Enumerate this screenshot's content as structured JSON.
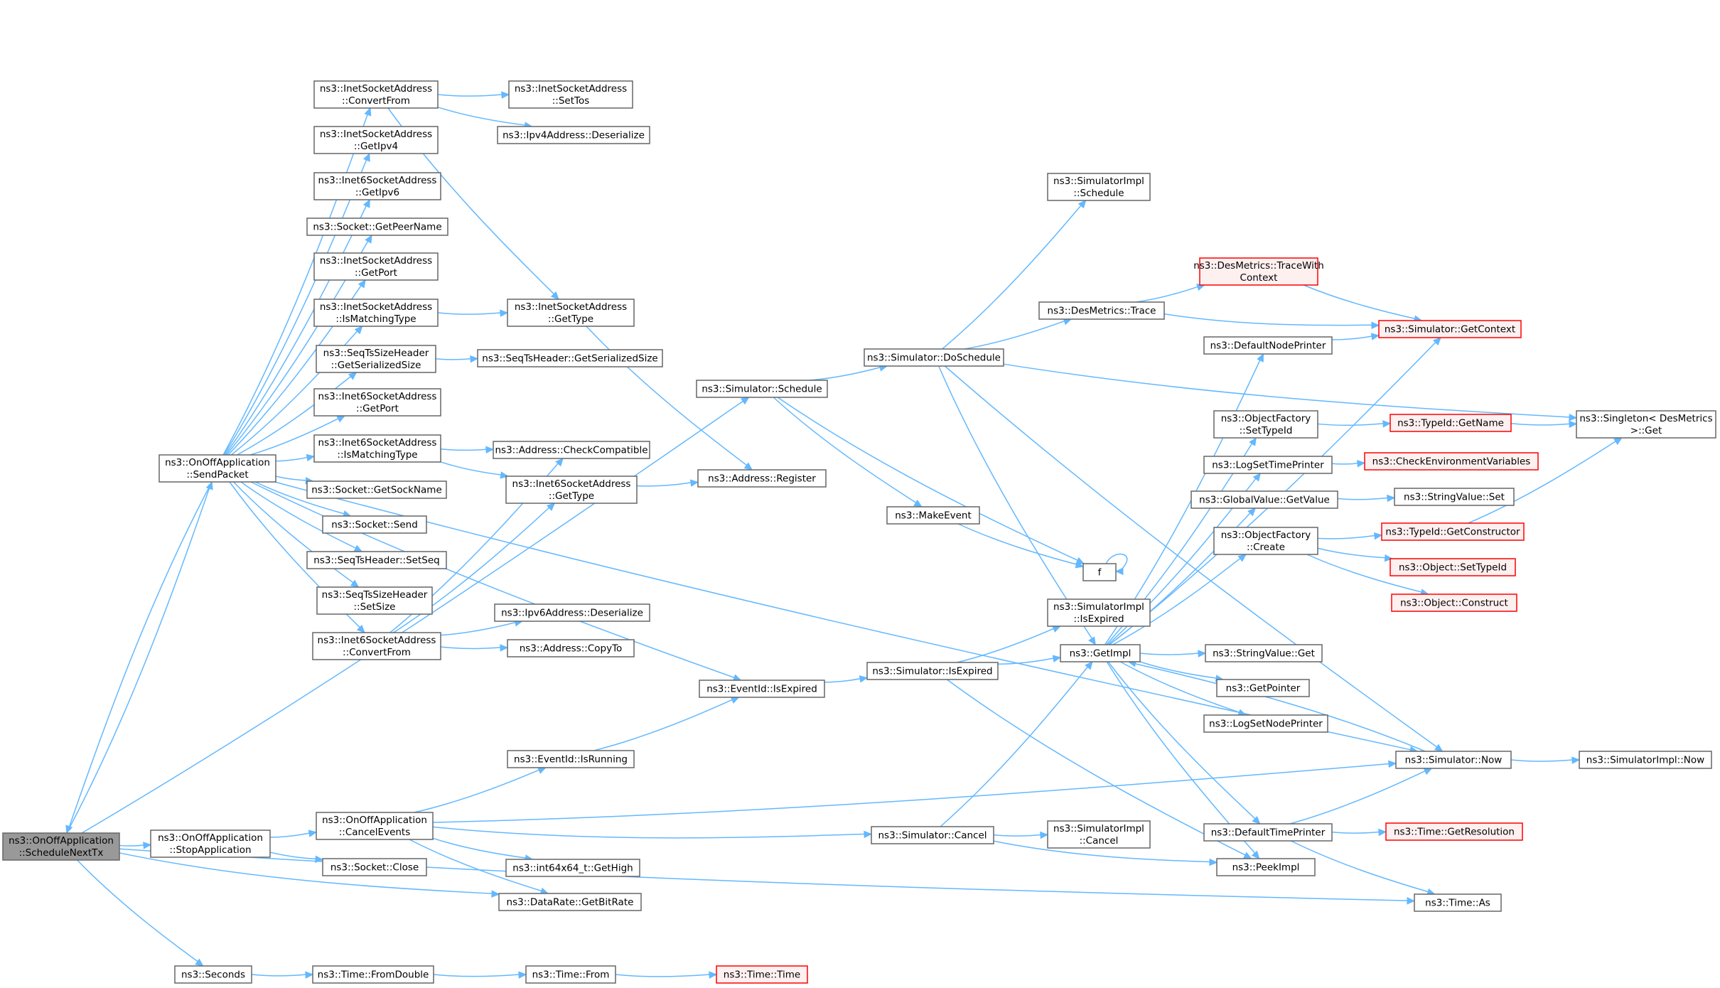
{
  "colors": {
    "edge": "#63b8ff",
    "node_border": "#666666",
    "root_fill": "#999999",
    "incomplete_border": "#ff0000",
    "incomplete_fill": "#fff0f0"
  },
  "nodes": [
    {
      "id": "schedulenexttx",
      "lines": [
        "ns3::OnOffApplication",
        "::ScheduleNextTx"
      ],
      "root": true
    },
    {
      "id": "sendpacket",
      "lines": [
        "ns3::OnOffApplication",
        "::SendPacket"
      ]
    },
    {
      "id": "stopapplication",
      "lines": [
        "ns3::OnOffApplication",
        "::StopApplication"
      ]
    },
    {
      "id": "seconds",
      "lines": [
        "ns3::Seconds"
      ]
    },
    {
      "id": "inet-convertfrom",
      "lines": [
        "ns3::InetSocketAddress",
        "::ConvertFrom"
      ]
    },
    {
      "id": "inet-getipv4",
      "lines": [
        "ns3::InetSocketAddress",
        "::GetIpv4"
      ]
    },
    {
      "id": "inet6-getipv6",
      "lines": [
        "ns3::Inet6SocketAddress",
        "::GetIpv6"
      ]
    },
    {
      "id": "socket-getpeername",
      "lines": [
        "ns3::Socket::GetPeerName"
      ]
    },
    {
      "id": "inet-getport",
      "lines": [
        "ns3::InetSocketAddress",
        "::GetPort"
      ]
    },
    {
      "id": "inet-ismatchingtype",
      "lines": [
        "ns3::InetSocketAddress",
        "::IsMatchingType"
      ]
    },
    {
      "id": "seqts-getserializedsize",
      "lines": [
        "ns3::SeqTsSizeHeader",
        "::GetSerializedSize"
      ]
    },
    {
      "id": "inet6-getport",
      "lines": [
        "ns3::Inet6SocketAddress",
        "::GetPort"
      ]
    },
    {
      "id": "inet6-ismatchingtype",
      "lines": [
        "ns3::Inet6SocketAddress",
        "::IsMatchingType"
      ]
    },
    {
      "id": "socket-getsockname",
      "lines": [
        "ns3::Socket::GetSockName"
      ]
    },
    {
      "id": "socket-send",
      "lines": [
        "ns3::Socket::Send"
      ]
    },
    {
      "id": "seqts-setseq",
      "lines": [
        "ns3::SeqTsHeader::SetSeq"
      ]
    },
    {
      "id": "seqts-setsize",
      "lines": [
        "ns3::SeqTsSizeHeader",
        "::SetSize"
      ]
    },
    {
      "id": "inet6-convertfrom",
      "lines": [
        "ns3::Inet6SocketAddress",
        "::ConvertFrom"
      ]
    },
    {
      "id": "canceleventsapp",
      "lines": [
        "ns3::OnOffApplication",
        "::CancelEvents"
      ]
    },
    {
      "id": "socket-close",
      "lines": [
        "ns3::Socket::Close"
      ]
    },
    {
      "id": "datarate-getbitrate",
      "lines": [
        "ns3::DataRate::GetBitRate"
      ]
    },
    {
      "id": "time-fromdouble",
      "lines": [
        "ns3::Time::FromDouble"
      ]
    },
    {
      "id": "inet-settos",
      "lines": [
        "ns3::InetSocketAddress",
        "::SetTos"
      ]
    },
    {
      "id": "ipv4-deserialize",
      "lines": [
        "ns3::Ipv4Address::Deserialize"
      ]
    },
    {
      "id": "inet-gettype",
      "lines": [
        "ns3::InetSocketAddress",
        "::GetType"
      ]
    },
    {
      "id": "seqtsheader-getserializedsize",
      "lines": [
        "ns3::SeqTsHeader::GetSerializedSize"
      ]
    },
    {
      "id": "address-checkcompatible",
      "lines": [
        "ns3::Address::CheckCompatible"
      ]
    },
    {
      "id": "inet6-gettype",
      "lines": [
        "ns3::Inet6SocketAddress",
        "::GetType"
      ]
    },
    {
      "id": "ipv6-deserialize",
      "lines": [
        "ns3::Ipv6Address::Deserialize"
      ]
    },
    {
      "id": "address-copyto",
      "lines": [
        "ns3::Address::CopyTo"
      ]
    },
    {
      "id": "eventid-isrunning",
      "lines": [
        "ns3::EventId::IsRunning"
      ]
    },
    {
      "id": "int64-gethigh",
      "lines": [
        "ns3::int64x64_t::GetHigh"
      ]
    },
    {
      "id": "time-from",
      "lines": [
        "ns3::Time::From"
      ]
    },
    {
      "id": "simulator-schedule",
      "lines": [
        "ns3::Simulator::Schedule"
      ]
    },
    {
      "id": "address-register",
      "lines": [
        "ns3::Address::Register"
      ]
    },
    {
      "id": "eventid-isexpired",
      "lines": [
        "ns3::EventId::IsExpired"
      ]
    },
    {
      "id": "time-time",
      "lines": [
        "ns3::Time::Time"
      ],
      "red": true
    },
    {
      "id": "simulator-doschedule",
      "lines": [
        "ns3::Simulator::DoSchedule"
      ]
    },
    {
      "id": "makeevent",
      "lines": [
        "ns3::MakeEvent"
      ]
    },
    {
      "id": "simulator-isexpired",
      "lines": [
        "ns3::Simulator::IsExpired"
      ]
    },
    {
      "id": "simulator-cancel",
      "lines": [
        "ns3::Simulator::Cancel"
      ]
    },
    {
      "id": "simimpl-schedule",
      "lines": [
        "ns3::SimulatorImpl",
        "::Schedule"
      ]
    },
    {
      "id": "desmetrics-trace",
      "lines": [
        "ns3::DesMetrics::Trace"
      ]
    },
    {
      "id": "f",
      "lines": [
        "f"
      ]
    },
    {
      "id": "simimpl-isexpired",
      "lines": [
        "ns3::SimulatorImpl",
        "::IsExpired"
      ]
    },
    {
      "id": "getimpl",
      "lines": [
        "ns3::GetImpl"
      ]
    },
    {
      "id": "simimpl-cancel",
      "lines": [
        "ns3::SimulatorImpl",
        "::Cancel"
      ]
    },
    {
      "id": "desmetrics-tracewithcontext",
      "lines": [
        "ns3::DesMetrics::TraceWith",
        "Context"
      ],
      "red": true
    },
    {
      "id": "defaultnodeprinter",
      "lines": [
        "ns3::DefaultNodePrinter"
      ]
    },
    {
      "id": "objectfactory-settypeid",
      "lines": [
        "ns3::ObjectFactory",
        "::SetTypeId"
      ]
    },
    {
      "id": "logsettimeprinter",
      "lines": [
        "ns3::LogSetTimePrinter"
      ]
    },
    {
      "id": "globalvalue-getvalue",
      "lines": [
        "ns3::GlobalValue::GetValue"
      ]
    },
    {
      "id": "objectfactory-create",
      "lines": [
        "ns3::ObjectFactory",
        "::Create"
      ]
    },
    {
      "id": "stringvalue-get",
      "lines": [
        "ns3::StringValue::Get"
      ]
    },
    {
      "id": "getpointer",
      "lines": [
        "ns3::GetPointer"
      ]
    },
    {
      "id": "logsetnodeprinter",
      "lines": [
        "ns3::LogSetNodePrinter"
      ]
    },
    {
      "id": "defaulttimeprinter",
      "lines": [
        "ns3::DefaultTimePrinter"
      ]
    },
    {
      "id": "peekimpl",
      "lines": [
        "ns3::PeekImpl"
      ]
    },
    {
      "id": "simulator-getcontext",
      "lines": [
        "ns3::Simulator::GetContext"
      ],
      "red": true
    },
    {
      "id": "typeid-getname",
      "lines": [
        "ns3::TypeId::GetName"
      ],
      "red": true
    },
    {
      "id": "checkenvvars",
      "lines": [
        "ns3::CheckEnvironmentVariables"
      ],
      "red": true
    },
    {
      "id": "stringvalue-set",
      "lines": [
        "ns3::StringValue::Set"
      ]
    },
    {
      "id": "typeid-getconstructor",
      "lines": [
        "ns3::TypeId::GetConstructor"
      ],
      "red": true
    },
    {
      "id": "object-settypeid",
      "lines": [
        "ns3::Object::SetTypeId"
      ],
      "red": true
    },
    {
      "id": "object-construct",
      "lines": [
        "ns3::Object::Construct"
      ],
      "red": true
    },
    {
      "id": "simulator-now",
      "lines": [
        "ns3::Simulator::Now"
      ]
    },
    {
      "id": "time-getresolution",
      "lines": [
        "ns3::Time::GetResolution"
      ],
      "red": true
    },
    {
      "id": "time-as",
      "lines": [
        "ns3::Time::As"
      ]
    },
    {
      "id": "singleton-get",
      "lines": [
        "ns3::Singleton< DesMetrics",
        ">::Get"
      ]
    },
    {
      "id": "simimpl-now",
      "lines": [
        "ns3::SimulatorImpl::Now"
      ]
    }
  ],
  "edges": [
    [
      "schedulenexttx",
      "sendpacket"
    ],
    [
      "schedulenexttx",
      "stopapplication"
    ],
    [
      "schedulenexttx",
      "seconds"
    ],
    [
      "schedulenexttx",
      "simulator-schedule"
    ],
    [
      "schedulenexttx",
      "datarate-getbitrate"
    ],
    [
      "schedulenexttx",
      "time-as"
    ],
    [
      "sendpacket",
      "schedulenexttx"
    ],
    [
      "sendpacket",
      "inet-convertfrom"
    ],
    [
      "sendpacket",
      "inet-getipv4"
    ],
    [
      "sendpacket",
      "inet6-getipv6"
    ],
    [
      "sendpacket",
      "socket-getpeername"
    ],
    [
      "sendpacket",
      "inet-getport"
    ],
    [
      "sendpacket",
      "inet-ismatchingtype"
    ],
    [
      "sendpacket",
      "seqts-getserializedsize"
    ],
    [
      "sendpacket",
      "inet6-getport"
    ],
    [
      "sendpacket",
      "inet6-ismatchingtype"
    ],
    [
      "sendpacket",
      "socket-getsockname"
    ],
    [
      "sendpacket",
      "socket-send"
    ],
    [
      "sendpacket",
      "seqts-setseq"
    ],
    [
      "sendpacket",
      "seqts-setsize"
    ],
    [
      "sendpacket",
      "inet6-convertfrom"
    ],
    [
      "sendpacket",
      "eventid-isexpired"
    ],
    [
      "sendpacket",
      "simulator-now"
    ],
    [
      "inet-convertfrom",
      "inet-settos"
    ],
    [
      "inet-convertfrom",
      "ipv4-deserialize"
    ],
    [
      "inet-convertfrom",
      "inet-gettype"
    ],
    [
      "inet-ismatchingtype",
      "inet-gettype"
    ],
    [
      "inet-gettype",
      "address-register"
    ],
    [
      "seqts-getserializedsize",
      "seqtsheader-getserializedsize"
    ],
    [
      "inet6-ismatchingtype",
      "address-checkcompatible"
    ],
    [
      "inet6-ismatchingtype",
      "inet6-gettype"
    ],
    [
      "inet6-gettype",
      "address-register"
    ],
    [
      "inet6-convertfrom",
      "address-checkcompatible"
    ],
    [
      "inet6-convertfrom",
      "inet6-gettype"
    ],
    [
      "inet6-convertfrom",
      "ipv6-deserialize"
    ],
    [
      "inet6-convertfrom",
      "address-copyto"
    ],
    [
      "stopapplication",
      "canceleventsapp"
    ],
    [
      "stopapplication",
      "socket-close"
    ],
    [
      "canceleventsapp",
      "eventid-isrunning"
    ],
    [
      "canceleventsapp",
      "simulator-cancel"
    ],
    [
      "canceleventsapp",
      "int64-gethigh"
    ],
    [
      "canceleventsapp",
      "datarate-getbitrate"
    ],
    [
      "canceleventsapp",
      "simulator-now"
    ],
    [
      "seconds",
      "time-fromdouble"
    ],
    [
      "time-fromdouble",
      "time-from"
    ],
    [
      "time-from",
      "time-time"
    ],
    [
      "eventid-isrunning",
      "eventid-isexpired"
    ],
    [
      "eventid-isexpired",
      "simulator-isexpired"
    ],
    [
      "simulator-schedule",
      "simulator-doschedule"
    ],
    [
      "simulator-schedule",
      "makeevent"
    ],
    [
      "simulator-schedule",
      "f"
    ],
    [
      "makeevent",
      "f"
    ],
    [
      "f",
      "f"
    ],
    [
      "simulator-doschedule",
      "simimpl-schedule"
    ],
    [
      "simulator-doschedule",
      "desmetrics-trace"
    ],
    [
      "simulator-doschedule",
      "getimpl"
    ],
    [
      "simulator-doschedule",
      "simulator-now"
    ],
    [
      "simulator-doschedule",
      "singleton-get"
    ],
    [
      "desmetrics-trace",
      "desmetrics-tracewithcontext"
    ],
    [
      "desmetrics-trace",
      "simulator-getcontext"
    ],
    [
      "desmetrics-tracewithcontext",
      "simulator-getcontext"
    ],
    [
      "simulator-isexpired",
      "simimpl-isexpired"
    ],
    [
      "simulator-isexpired",
      "getimpl"
    ],
    [
      "simulator-isexpired",
      "peekimpl"
    ],
    [
      "simulator-cancel",
      "simimpl-cancel"
    ],
    [
      "simulator-cancel",
      "getimpl"
    ],
    [
      "simulator-cancel",
      "peekimpl"
    ],
    [
      "getimpl",
      "defaultnodeprinter"
    ],
    [
      "getimpl",
      "objectfactory-settypeid"
    ],
    [
      "getimpl",
      "logsettimeprinter"
    ],
    [
      "getimpl",
      "globalvalue-getvalue"
    ],
    [
      "getimpl",
      "objectfactory-create"
    ],
    [
      "getimpl",
      "stringvalue-get"
    ],
    [
      "getimpl",
      "getpointer"
    ],
    [
      "getimpl",
      "logsetnodeprinter"
    ],
    [
      "getimpl",
      "defaulttimeprinter"
    ],
    [
      "getimpl",
      "peekimpl"
    ],
    [
      "getimpl",
      "simulator-getcontext"
    ],
    [
      "defaultnodeprinter",
      "simulator-getcontext"
    ],
    [
      "objectfactory-settypeid",
      "typeid-getname"
    ],
    [
      "typeid-getname",
      "singleton-get"
    ],
    [
      "logsettimeprinter",
      "checkenvvars"
    ],
    [
      "globalvalue-getvalue",
      "stringvalue-set"
    ],
    [
      "objectfactory-create",
      "typeid-getconstructor"
    ],
    [
      "objectfactory-create",
      "object-settypeid"
    ],
    [
      "objectfactory-create",
      "object-construct"
    ],
    [
      "typeid-getconstructor",
      "singleton-get"
    ],
    [
      "simulator-now",
      "getimpl"
    ],
    [
      "simulator-now",
      "simimpl-now"
    ],
    [
      "defaulttimeprinter",
      "simulator-now"
    ],
    [
      "defaulttimeprinter",
      "time-getresolution"
    ],
    [
      "defaulttimeprinter",
      "time-as"
    ]
  ]
}
